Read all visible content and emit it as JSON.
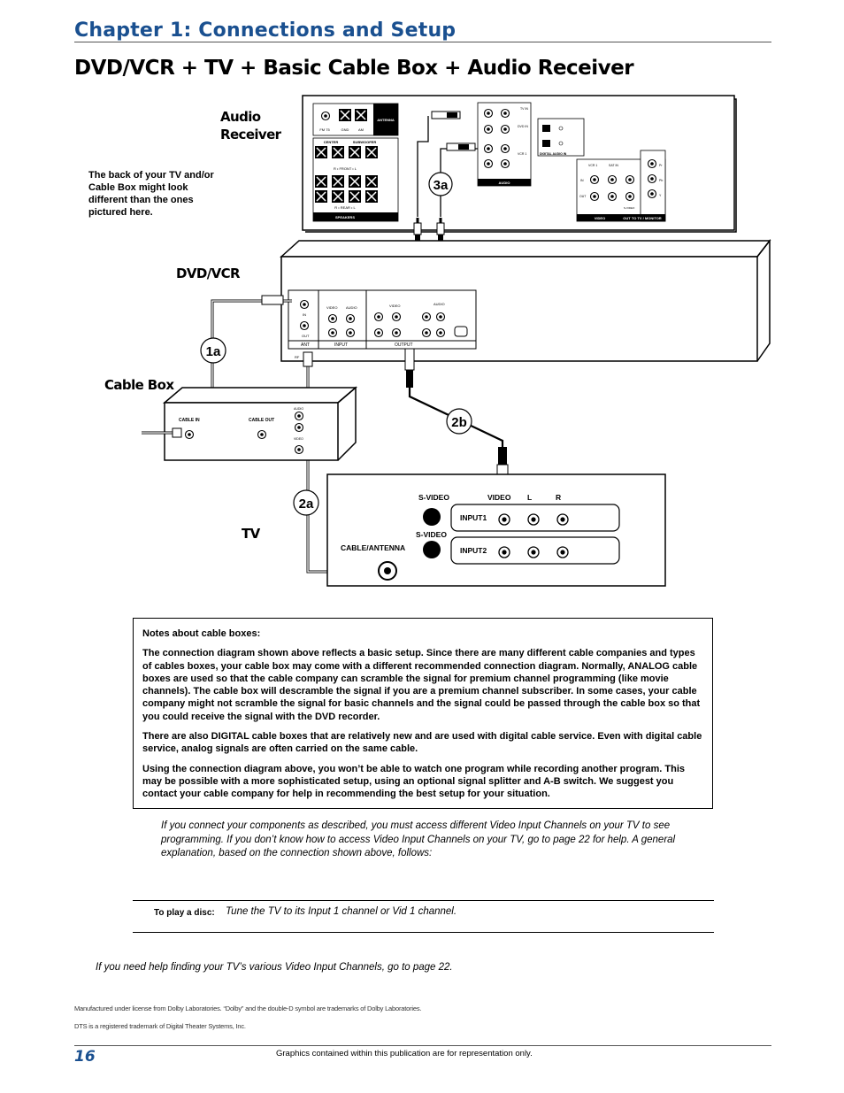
{
  "header": {
    "chapter": "Chapter 1: Connections and Setup",
    "title": "DVD/VCR + TV + Basic Cable Box + Audio Receiver"
  },
  "diagram": {
    "audio_receiver_label_1": "Audio",
    "audio_receiver_label_2": "Receiver",
    "back_note": "The back of your TV and/or Cable Box might look different than the ones pictured here.",
    "dvdvcr_label": "DVD/VCR",
    "cable_box_label": "Cable Box",
    "tv_label": "TV",
    "callouts": {
      "c1a": "1a",
      "c2a": "2a",
      "c2b": "2b",
      "c3a": "3a"
    },
    "receiver_panel": {
      "fm": "FM 75",
      "gnd": "GND",
      "am": "AM",
      "antenna": "ANTENNA",
      "center": "CENTER",
      "subwoofer": "SUBWOOFER",
      "rfront": "R • FRONT • L",
      "rrear": "R • REAR • L",
      "speakers": "SPEAKERS",
      "tv_in": "TV IN",
      "dvd_in": "DVD IN",
      "vcr1": "VCR 1",
      "audio": "AUDIO",
      "digital_audio_in": "DIGITAL AUDIO IN",
      "vcr1_top": "VCR 1",
      "sat_in": "SAT IN",
      "in": "IN",
      "out": "OUT",
      "s_video": "S-VIDEO",
      "video": "VIDEO",
      "out_to_tv": "OUT TO TV / MONITOR",
      "pr": "Pr",
      "pb": "Pb",
      "y": "Y"
    },
    "dvd_panel": {
      "in": "IN",
      "out": "OUT",
      "ant": "ANT",
      "input": "INPUT",
      "output": "OUTPUT",
      "video": "VIDEO",
      "audio": "AUDIO",
      "rf": "RF"
    },
    "cable_panel": {
      "cable_in": "CABLE IN",
      "cable_out": "CABLE OUT",
      "audio": "AUDIO",
      "video": "VIDEO"
    },
    "tv_panel": {
      "s_video": "S-VIDEO",
      "video": "VIDEO",
      "l": "L",
      "r": "R",
      "input1": "INPUT1",
      "input2": "INPUT2",
      "s_video2": "S-VIDEO",
      "cable_antenna": "CABLE/ANTENNA"
    }
  },
  "notes": {
    "heading": "Notes about cable boxes:",
    "p1": "The connection diagram shown above reflects a basic setup. Since there are many different cable companies and types of cables boxes, your cable box may come with a different recommended connection diagram. Normally, ANALOG cable boxes are used so that the cable company can scramble the signal for premium channel programming (like movie channels). The cable box will descramble the signal if you are a premium channel subscriber. In some cases, your cable company might not scramble the signal for basic channels and the signal could be passed through the cable box so that you could receive the signal with the DVD recorder.",
    "p2": "There are also DIGITAL cable boxes that are relatively new and are used with digital cable service. Even with digital cable service, analog signals are often carried on the same cable.",
    "p3": "Using the connection diagram above, you won’t be able to watch one program while recording another program. This may be possible with a more sophisticated setup, using an optional signal splitter and A-B switch. We suggest you contact your cable company for help in recommending the best setup for your situation."
  },
  "instructions": {
    "intro": "If you connect your components as described, you must access different Video Input Channels on your TV to see programming. If you don’t know how to access Video Input Channels on your TV, go to page 22 for help. A general explanation, based on the connection shown above, follows:",
    "play_label": "To play a disc:",
    "play_text": "Tune the TV to its Input 1 channel or Vid 1 channel.",
    "help": "If you need help finding your TV’s various Video Input Channels, go to page 22."
  },
  "legal": {
    "dolby": "Manufactured under license from Dolby Laboratories. “Dolby” and the double-D symbol are trademarks of Dolby Laboratories.",
    "dts": "DTS is a registered trademark of Digital Theater Systems, Inc."
  },
  "footer": {
    "page": "16",
    "note": "Graphics contained within this publication are for representation only."
  }
}
